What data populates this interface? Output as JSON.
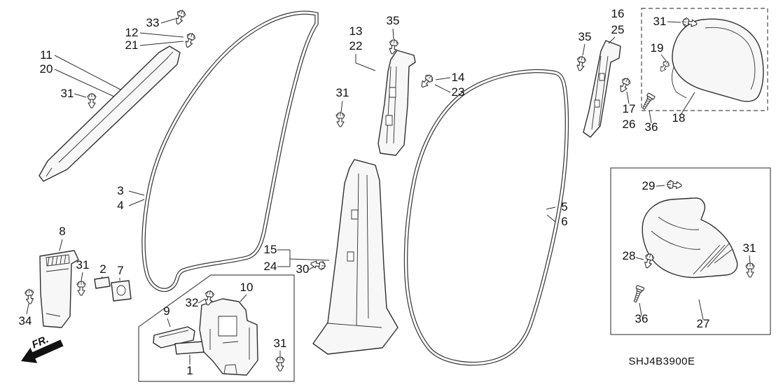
{
  "diagram": {
    "code": "SHJ4B3900E",
    "fr_label": "FR.",
    "colors": {
      "background": "#ffffff",
      "line_art": "#2f2f2f",
      "text": "#111111"
    },
    "icons": {
      "fastener_clip": "push-clip",
      "fastener_screw": "screw",
      "fr_arrow": "front-direction-arrow"
    },
    "callouts": [
      {
        "text": "33"
      },
      {
        "text": "12"
      },
      {
        "text": "21"
      },
      {
        "text": "11"
      },
      {
        "text": "20"
      },
      {
        "text": "31"
      },
      {
        "text": "3"
      },
      {
        "text": "4"
      },
      {
        "text": "8"
      },
      {
        "text": "31"
      },
      {
        "text": "2"
      },
      {
        "text": "7"
      },
      {
        "text": "34"
      },
      {
        "text": "9"
      },
      {
        "text": "32"
      },
      {
        "text": "10"
      },
      {
        "text": "1"
      },
      {
        "text": "31"
      },
      {
        "text": "15"
      },
      {
        "text": "24"
      },
      {
        "text": "30"
      },
      {
        "text": "13"
      },
      {
        "text": "22"
      },
      {
        "text": "35"
      },
      {
        "text": "31"
      },
      {
        "text": "14"
      },
      {
        "text": "23"
      },
      {
        "text": "5"
      },
      {
        "text": "6"
      },
      {
        "text": "35"
      },
      {
        "text": "16"
      },
      {
        "text": "25"
      },
      {
        "text": "31"
      },
      {
        "text": "19"
      },
      {
        "text": "17"
      },
      {
        "text": "26"
      },
      {
        "text": "36"
      },
      {
        "text": "18"
      },
      {
        "text": "29"
      },
      {
        "text": "28"
      },
      {
        "text": "31"
      },
      {
        "text": "36"
      },
      {
        "text": "27"
      }
    ]
  }
}
